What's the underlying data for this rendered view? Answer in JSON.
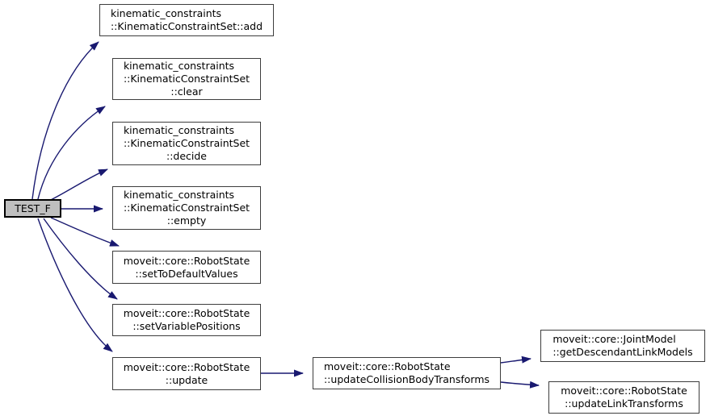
{
  "diagram": {
    "type": "call-graph",
    "background_color": "#ffffff",
    "edge_color": "#191970",
    "node_border_color": "#3d3d3d",
    "node_fill_color": "#ffffff",
    "highlight_fill_color": "#bfbfbf",
    "text_color": "#000000"
  },
  "nodes": [
    {
      "id": "test-f",
      "lines": [
        "TEST_F"
      ],
      "highlighted": true
    },
    {
      "id": "kcs-add",
      "lines": [
        "kinematic_constraints",
        "::KinematicConstraintSet::add"
      ]
    },
    {
      "id": "kcs-clear",
      "lines": [
        "kinematic_constraints",
        "::KinematicConstraintSet",
        "::clear"
      ]
    },
    {
      "id": "kcs-decide",
      "lines": [
        "kinematic_constraints",
        "::KinematicConstraintSet",
        "::decide"
      ]
    },
    {
      "id": "kcs-empty",
      "lines": [
        "kinematic_constraints",
        "::KinematicConstraintSet",
        "::empty"
      ]
    },
    {
      "id": "rs-set-to-default-values",
      "lines": [
        "moveit::core::RobotState",
        "::setToDefaultValues"
      ]
    },
    {
      "id": "rs-set-variable-positions",
      "lines": [
        "moveit::core::RobotState",
        "::setVariablePositions"
      ]
    },
    {
      "id": "rs-update",
      "lines": [
        "moveit::core::RobotState",
        "::update"
      ]
    },
    {
      "id": "rs-update-collision-body-transforms",
      "lines": [
        "moveit::core::RobotState",
        "::updateCollisionBodyTransforms"
      ]
    },
    {
      "id": "jm-get-descendant-link-models",
      "lines": [
        "moveit::core::JointModel",
        "::getDescendantLinkModels"
      ]
    },
    {
      "id": "rs-update-link-transforms",
      "lines": [
        "moveit::core::RobotState",
        "::updateLinkTransforms"
      ]
    }
  ],
  "edges": [
    {
      "from": "test-f",
      "to": "kcs-add"
    },
    {
      "from": "test-f",
      "to": "kcs-clear"
    },
    {
      "from": "test-f",
      "to": "kcs-decide"
    },
    {
      "from": "test-f",
      "to": "kcs-empty"
    },
    {
      "from": "test-f",
      "to": "rs-set-to-default-values"
    },
    {
      "from": "test-f",
      "to": "rs-set-variable-positions"
    },
    {
      "from": "test-f",
      "to": "rs-update"
    },
    {
      "from": "rs-update",
      "to": "rs-update-collision-body-transforms"
    },
    {
      "from": "rs-update-collision-body-transforms",
      "to": "jm-get-descendant-link-models"
    },
    {
      "from": "rs-update-collision-body-transforms",
      "to": "rs-update-link-transforms"
    }
  ]
}
